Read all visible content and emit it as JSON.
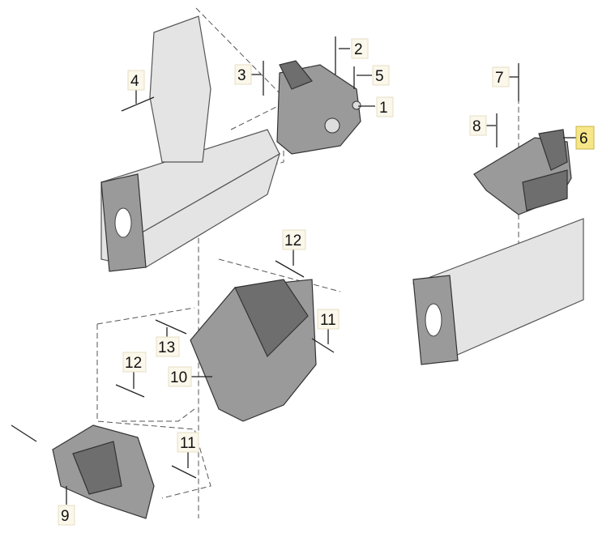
{
  "diagram": {
    "callouts": [
      "1",
      "2",
      "3",
      "4",
      "5",
      "6",
      "7",
      "8",
      "9",
      "10",
      "11",
      "11",
      "12",
      "12",
      "13"
    ],
    "highlighted": "6",
    "highlight_color": "#f6e687"
  }
}
